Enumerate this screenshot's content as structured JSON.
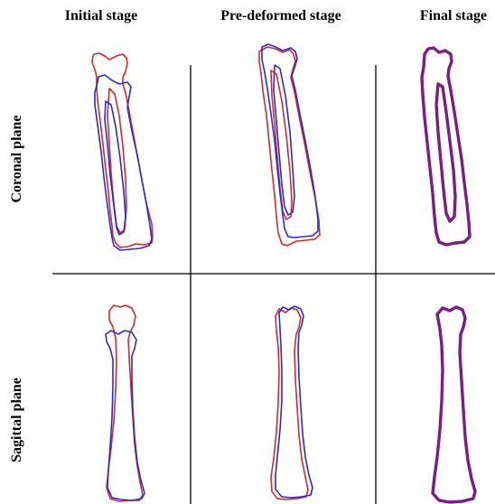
{
  "columns": {
    "initial": "Initial stage",
    "predeformed": "Pre-deformed stage",
    "final": "Final stage"
  },
  "rows": {
    "coronal": "Coronal plane",
    "sagittal": "Sagittal plane"
  },
  "colors": {
    "red_outline": "#d42a2a",
    "blue_outline": "#2a2ad4",
    "final_outline": "#7a1e86"
  }
}
